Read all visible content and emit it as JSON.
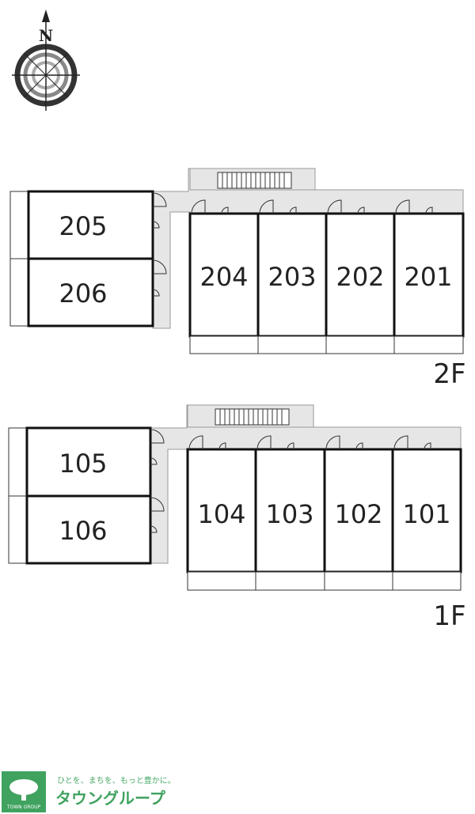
{
  "compass": {
    "north_label": "N"
  },
  "floors": [
    {
      "label": "2F",
      "units": {
        "side_top": "205",
        "side_bottom": "206",
        "row": [
          "204",
          "203",
          "202",
          "201"
        ]
      }
    },
    {
      "label": "1F",
      "units": {
        "side_top": "105",
        "side_bottom": "106",
        "row": [
          "104",
          "103",
          "102",
          "101"
        ]
      }
    }
  ],
  "logo": {
    "tagline": "ひとを、まちを、もっと豊かに。",
    "name": "タウングループ",
    "mini": "TOWN GROUP",
    "color": "#3fa25f"
  }
}
